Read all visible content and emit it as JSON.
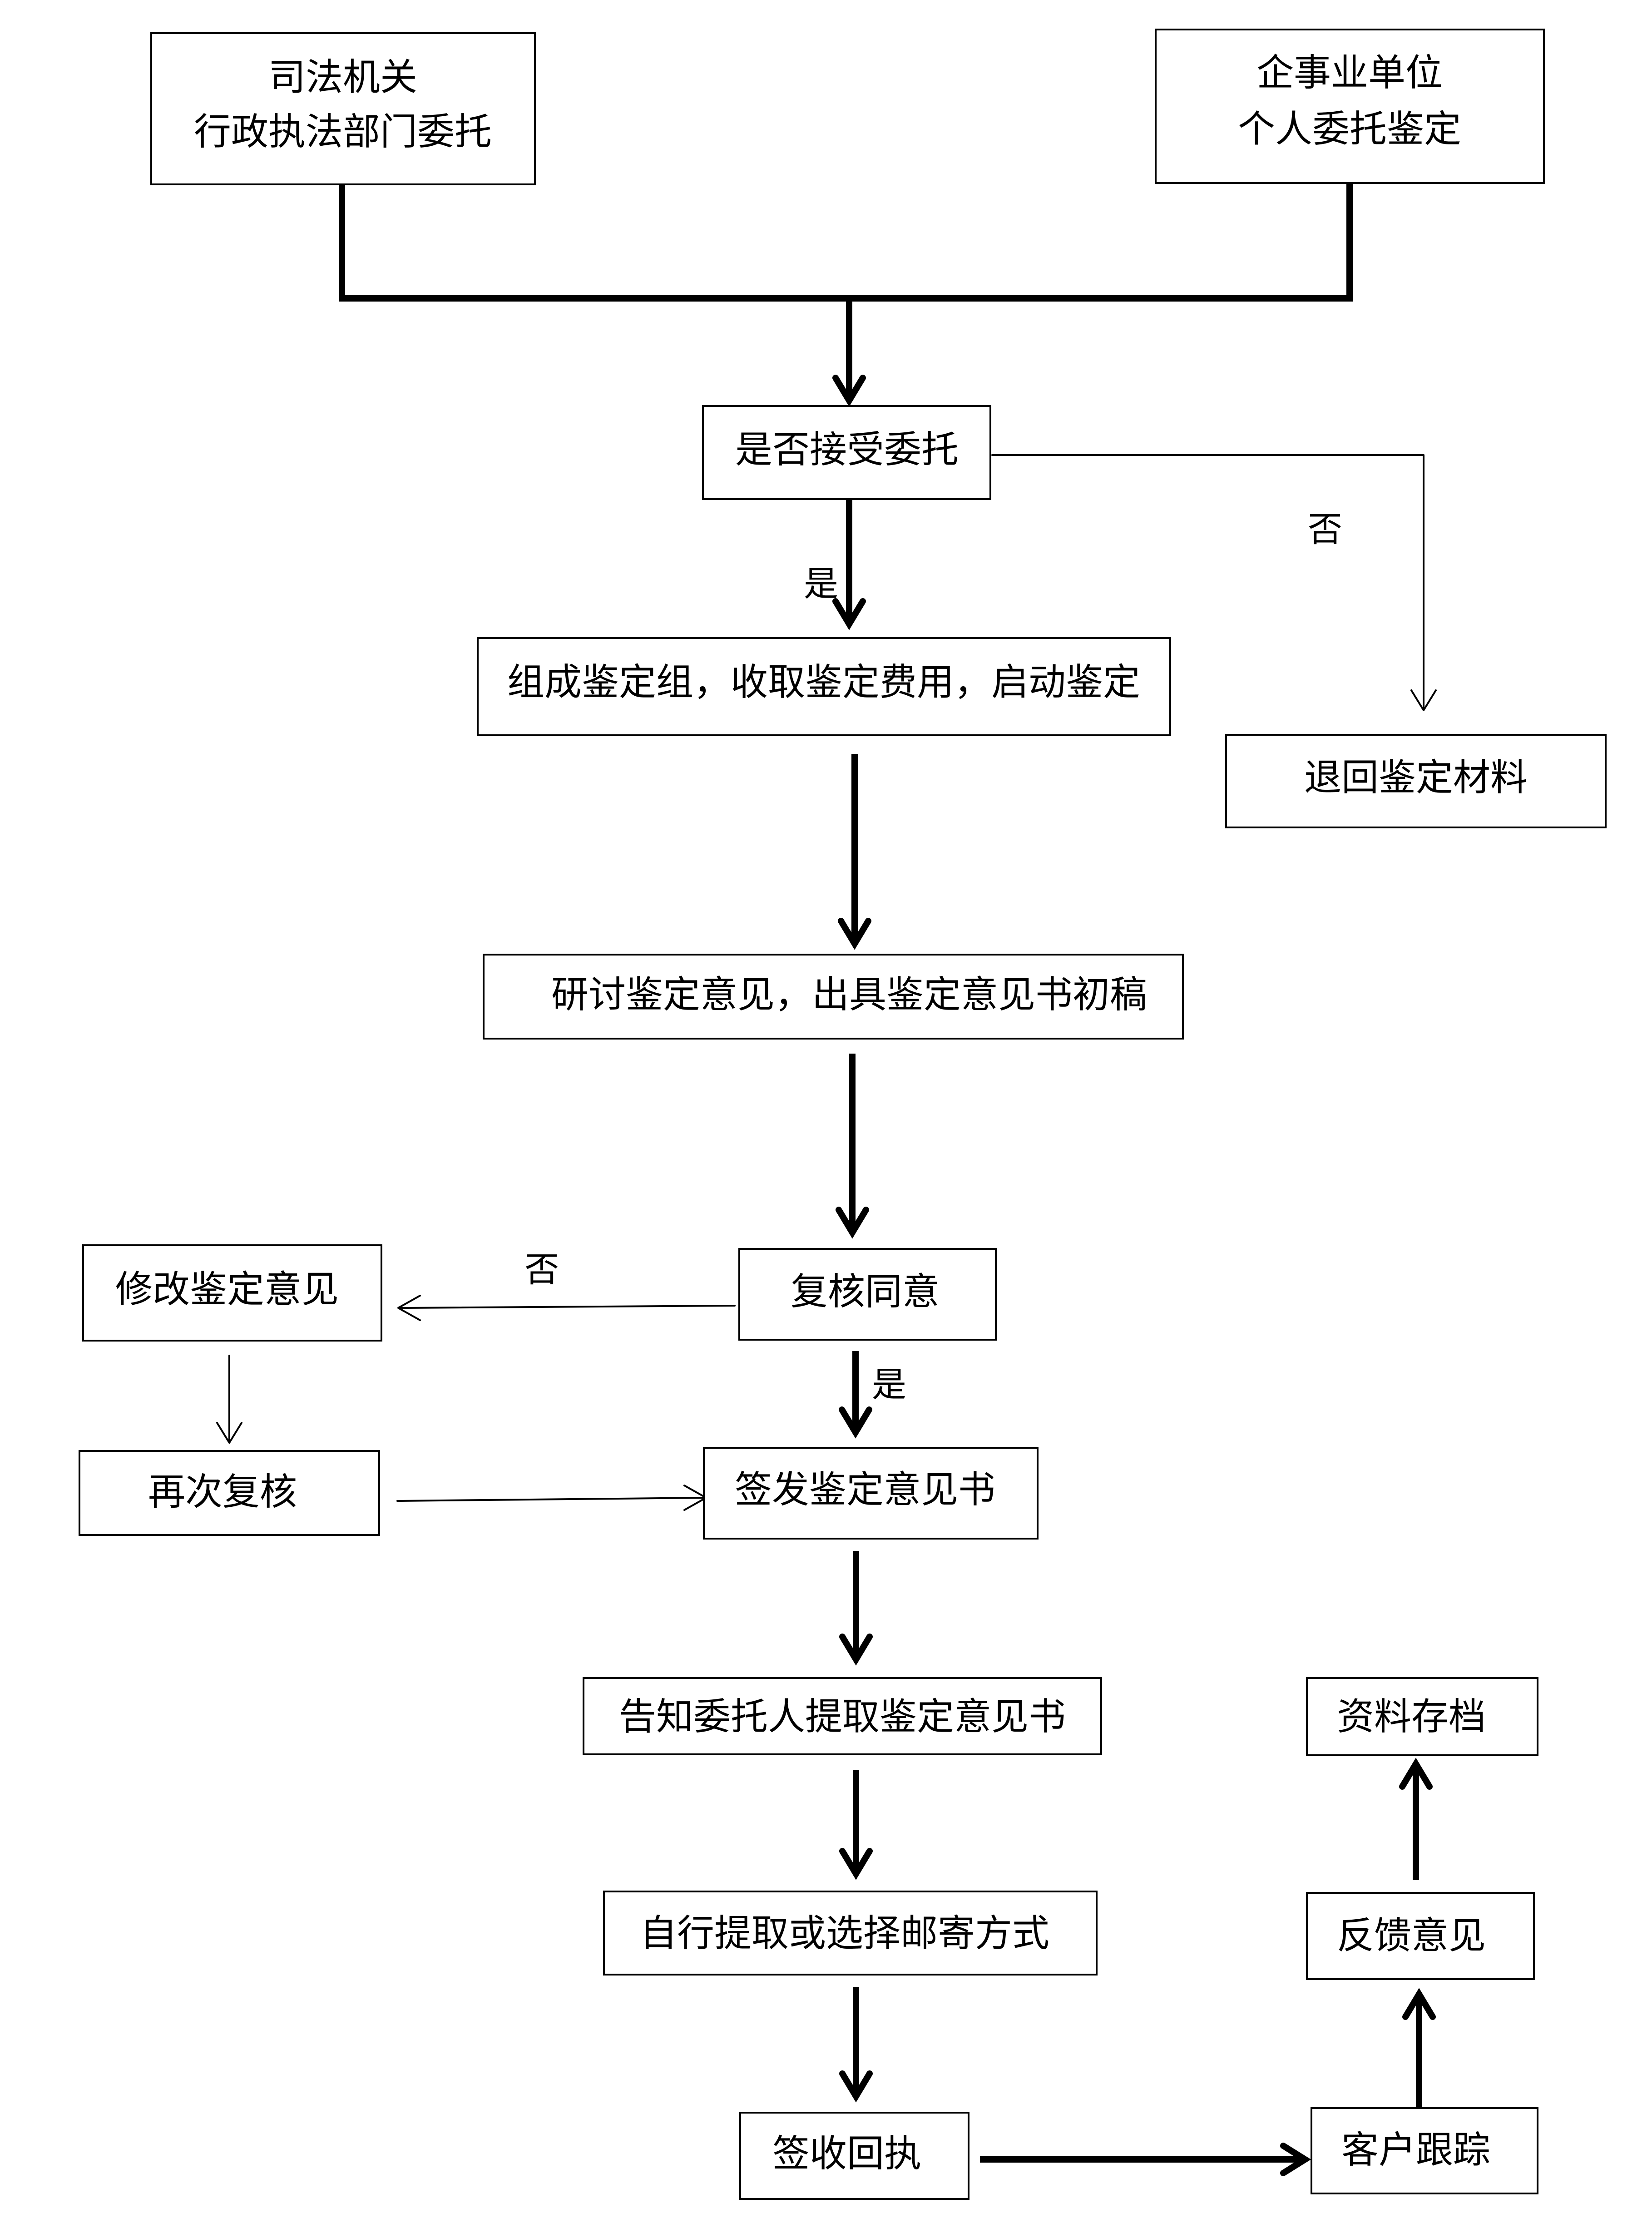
{
  "diagram": {
    "nodes": {
      "judicial": {
        "lines": [
          "司法机关",
          "行政执法部门委托"
        ]
      },
      "enterprise": {
        "lines": [
          "企事业单位",
          "个人委托鉴定"
        ]
      },
      "accept": {
        "lines": [
          "是否接受委托"
        ]
      },
      "form_group": {
        "lines": [
          "组成鉴定组，收取鉴定费用，启动鉴定"
        ]
      },
      "return_materials": {
        "lines": [
          "退回鉴定材料"
        ]
      },
      "draft": {
        "lines": [
          "研讨鉴定意见，出具鉴定意见书初稿"
        ]
      },
      "review_agree": {
        "lines": [
          "复核同意"
        ]
      },
      "modify": {
        "lines": [
          "修改鉴定意见"
        ]
      },
      "re_review": {
        "lines": [
          "再次复核"
        ]
      },
      "issue": {
        "lines": [
          "签发鉴定意见书"
        ]
      },
      "notify": {
        "lines": [
          "告知委托人提取鉴定意见书"
        ]
      },
      "pickup": {
        "lines": [
          "自行提取或选择邮寄方式"
        ]
      },
      "receipt": {
        "lines": [
          "签收回执"
        ]
      },
      "customer_followup": {
        "lines": [
          "客户跟踪"
        ]
      },
      "feedback": {
        "lines": [
          "反馈意见"
        ]
      },
      "archive": {
        "lines": [
          "资料存档"
        ]
      }
    },
    "edge_labels": {
      "accept_no": "否",
      "accept_yes": "是",
      "review_no": "否",
      "review_yes": "是"
    }
  }
}
